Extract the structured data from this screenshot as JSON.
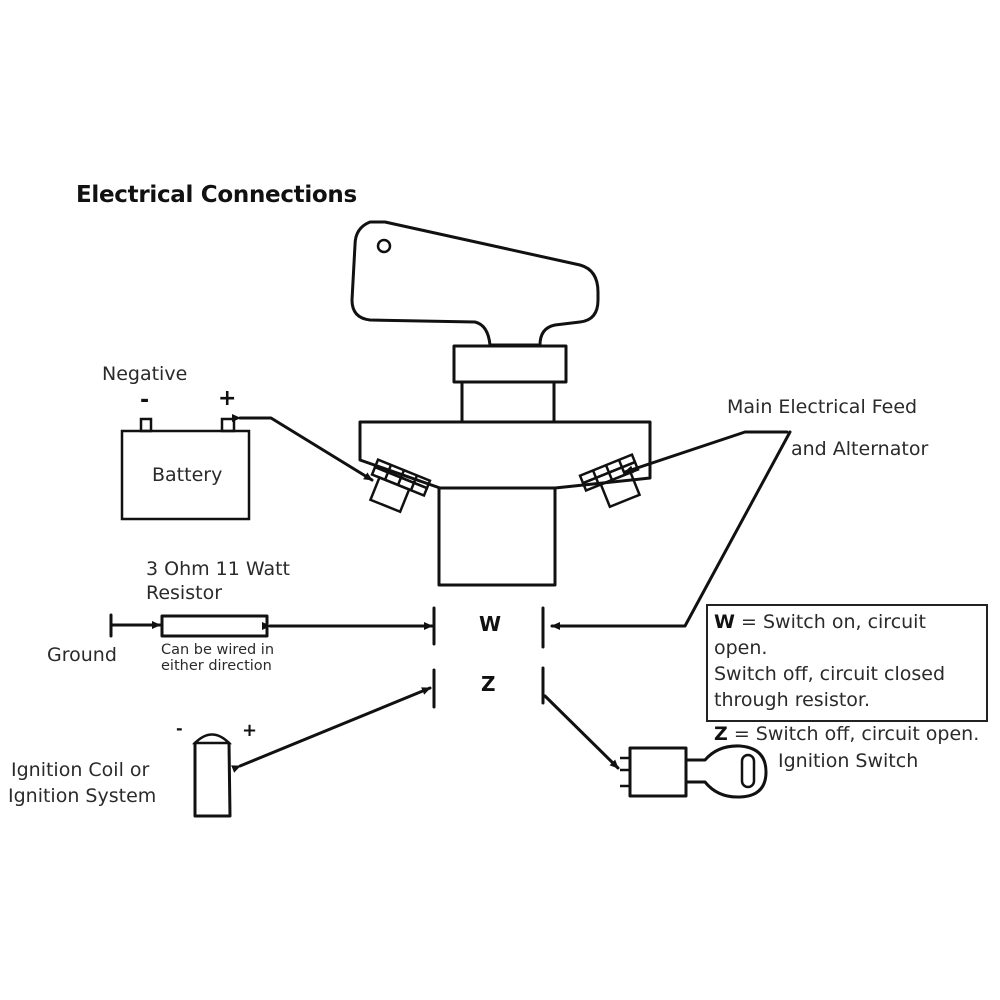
{
  "title": "Electrical Connections",
  "labels": {
    "negative": "Negative",
    "minus": "-",
    "plus": "+",
    "battery": "Battery",
    "main_feed_line1": "Main Electrical Feed",
    "main_feed_line2": "and Alternator",
    "resistor_line1": "3 Ohm 11 Watt",
    "resistor_line2": "Resistor",
    "resistor_note_line1": "Can be wired in",
    "resistor_note_line2": "either direction",
    "ground": "Ground",
    "terminal_w": "W",
    "terminal_z": "Z",
    "coil_minus": "-",
    "coil_plus": "+",
    "coil_line1": "Ignition Coil or",
    "coil_line2": "Ignition System",
    "ignition_switch": "Ignition Switch"
  },
  "legend": {
    "w_key": "W",
    "w_desc_line1": " = Switch on, circuit open.",
    "w_desc_line2": "Switch off, circuit closed",
    "w_desc_line3": "through resistor.",
    "z_key": "Z",
    "z_desc": " = Switch off, circuit open."
  }
}
